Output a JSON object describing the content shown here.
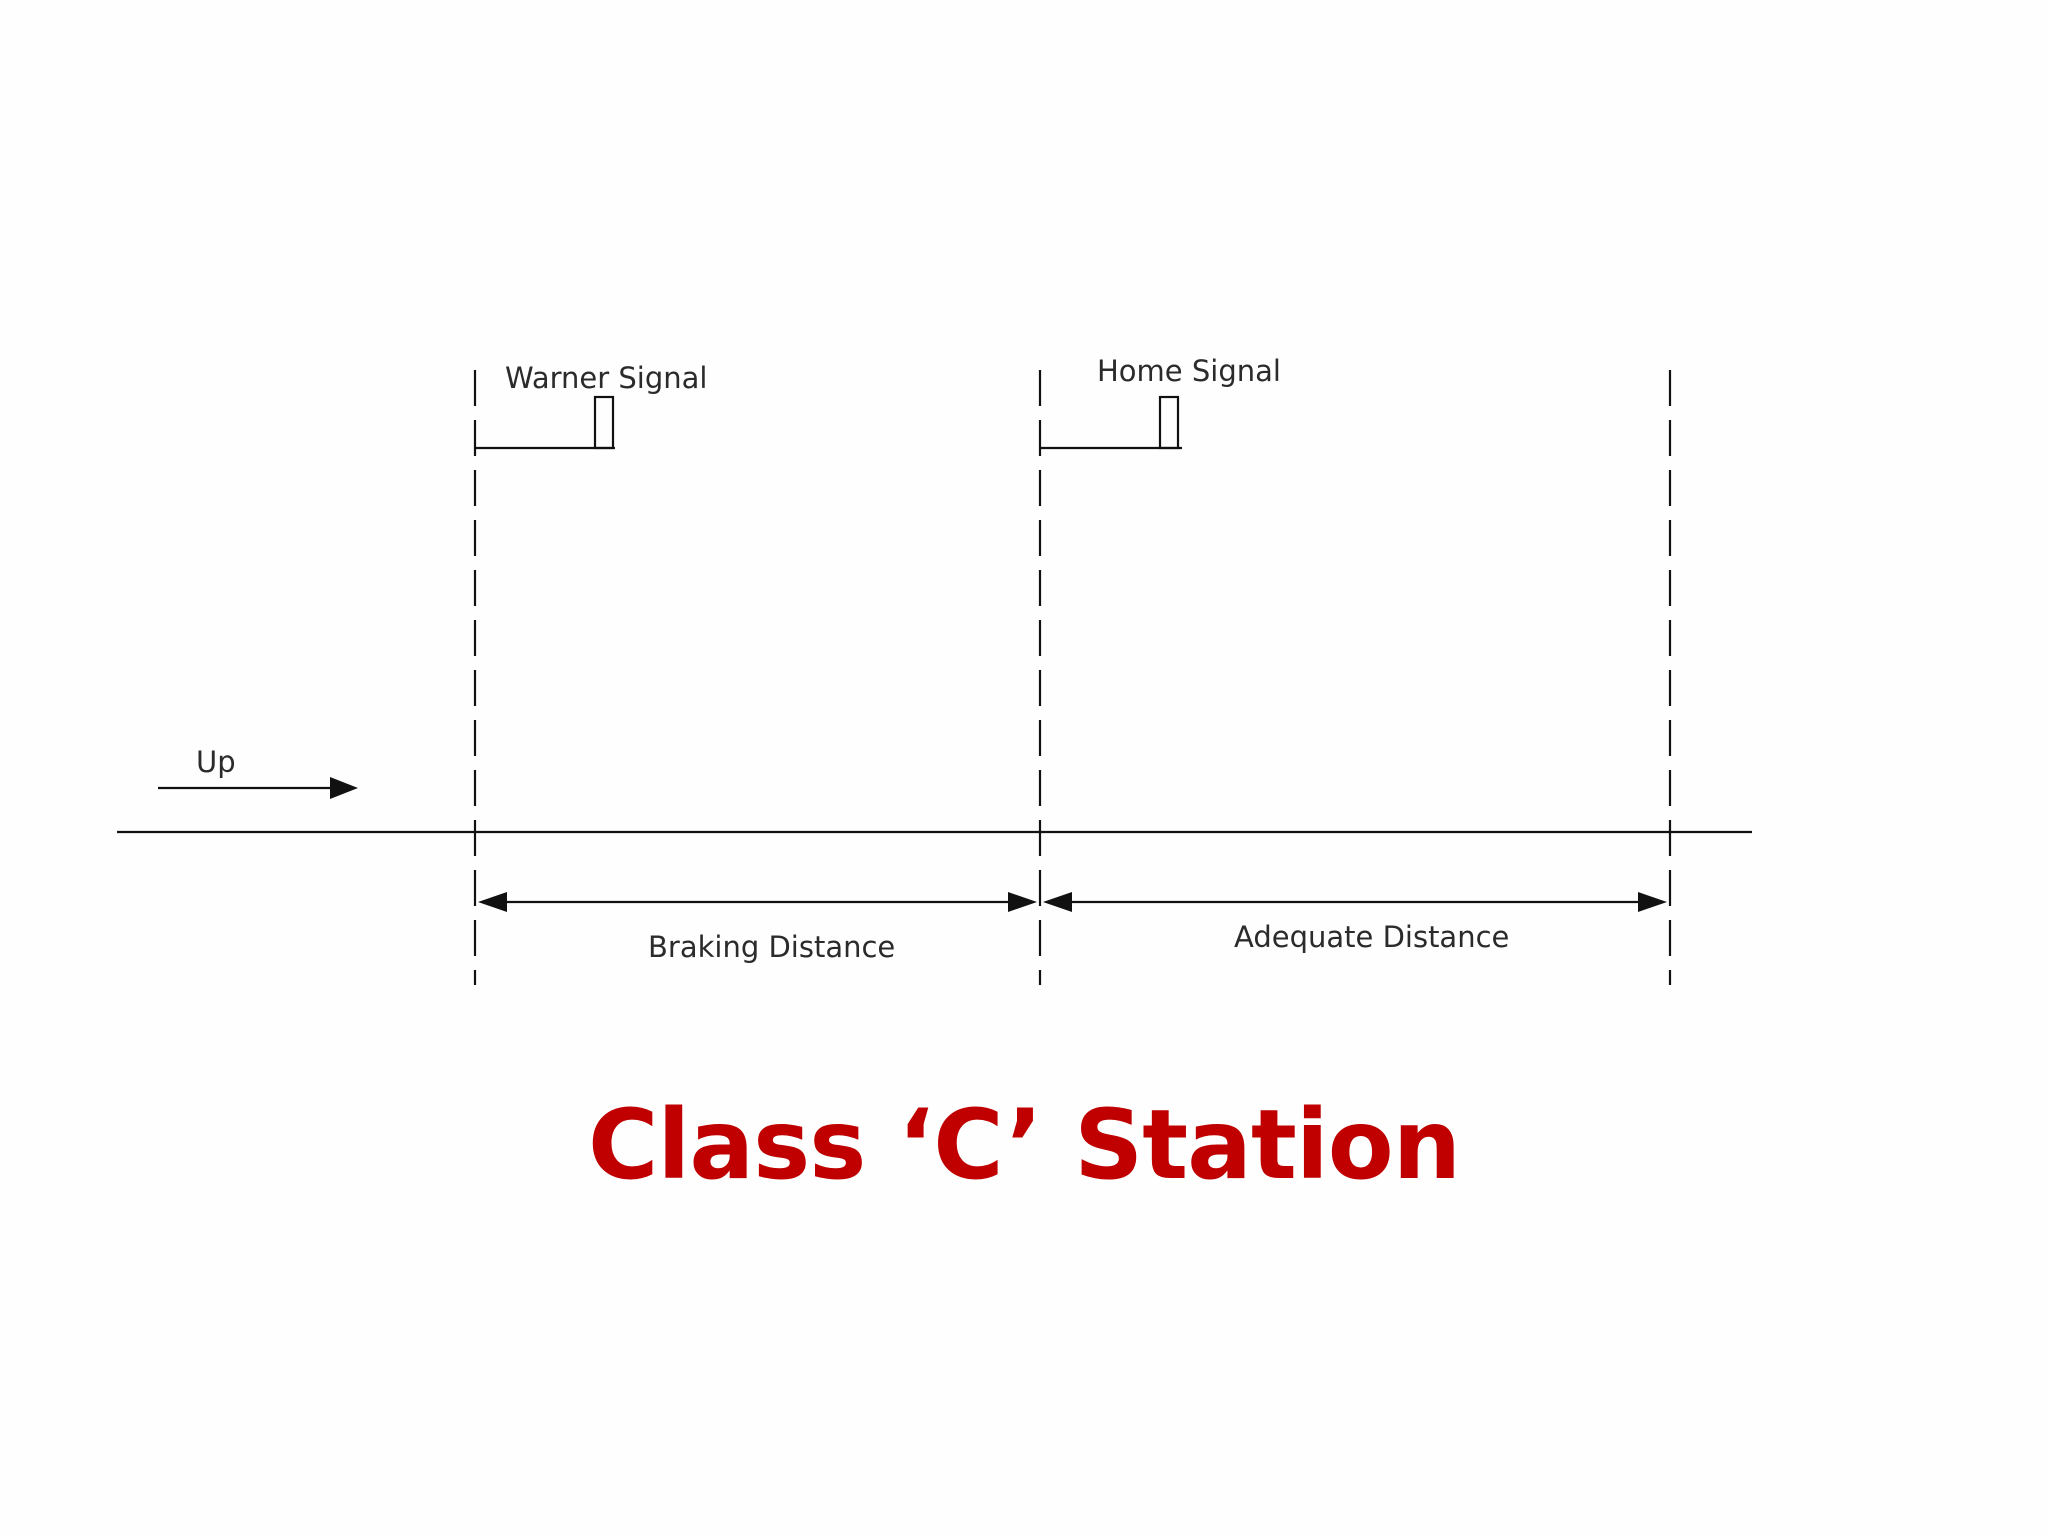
{
  "diagram": {
    "labels": {
      "warner_signal": "Warner Signal",
      "home_signal": "Home Signal",
      "direction": "Up",
      "braking_distance": "Braking Distance",
      "adequate_distance": "Adequate Distance"
    },
    "title": "Class ‘C’ Station",
    "colors": {
      "title": "#c00000",
      "line": "#111111",
      "text": "#2b2b2b"
    }
  }
}
